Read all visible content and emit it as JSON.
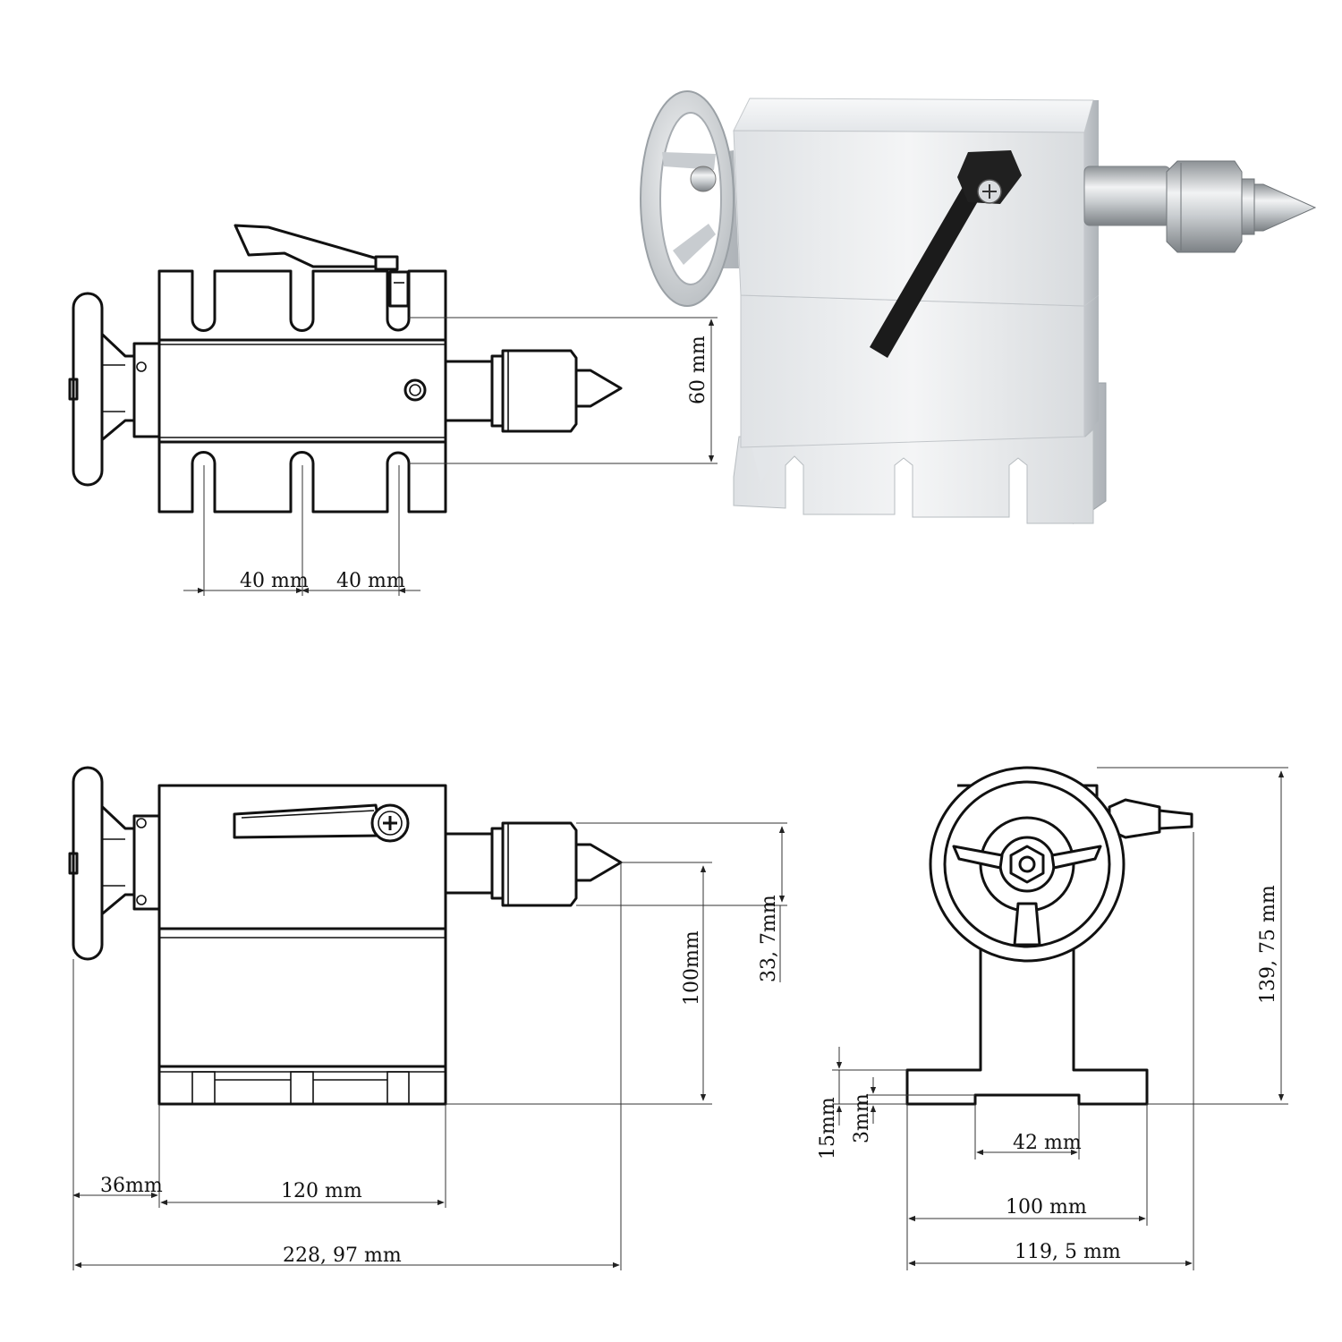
{
  "dimensions": {
    "top_view": {
      "slot_pitch_1": "40 mm",
      "slot_pitch_2": "40 mm",
      "slot_span": "60 mm"
    },
    "side_view": {
      "handwheel_offset": "36mm",
      "body_length": "120 mm",
      "overall_length": "228, 97 mm",
      "center_height": "100mm",
      "chuck_radius": "33, 7mm"
    },
    "end_view": {
      "overall_height": "139, 75 mm",
      "base_thickness": "15mm",
      "base_recess": "3mm",
      "recess_width": "42 mm",
      "slot_spacing": "100 mm",
      "base_width": "119, 5 mm"
    }
  },
  "colors": {
    "line": "#111111",
    "aluminum_light": "#eef0f2",
    "aluminum_mid": "#cfd3d7",
    "aluminum_dark": "#a9aeb3",
    "lever": "#1b1b1b"
  },
  "icons": {
    "photo": "tailstock-photo-icon",
    "screw": "phillips-screw-icon"
  }
}
